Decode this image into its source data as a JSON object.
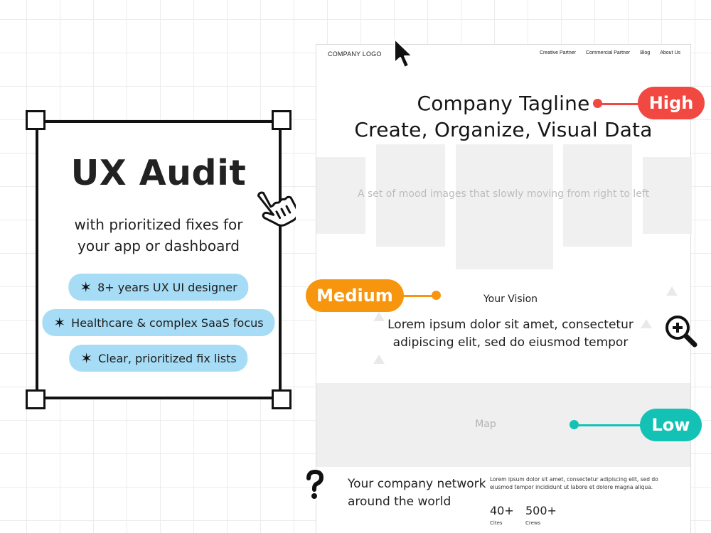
{
  "audit_card": {
    "title": "UX Audit",
    "subtitle_line1": "with prioritized fixes for",
    "subtitle_line2": "your app or dashboard",
    "pill_color": "#a7dcf6",
    "features": [
      {
        "icon": "star-icon",
        "text": "8+ years UX UI designer"
      },
      {
        "icon": "star-icon",
        "text": "Healthcare & complex SaaS focus"
      },
      {
        "icon": "star-icon",
        "text": "Clear, prioritized fix lists"
      }
    ]
  },
  "wireframe": {
    "logo": "COMPANY LOGO",
    "nav": [
      "Creative Partner",
      "Commercial Partner",
      "Blog",
      "About Us"
    ],
    "tagline_line1": "Company Tagline",
    "tagline_line2": "Create, Organize, Visual Data",
    "mood_caption": "A set of mood images that slowly moving from right to left",
    "vision_label": "Your Vision",
    "vision_line1": "Lorem ipsum dolor sit amet, consectetur",
    "vision_line2": "adipiscing elit, sed do eiusmod tempor",
    "map_label": "Map",
    "network_line1": "Your company network",
    "network_line2": "around the world",
    "network_body": "Lorem ipsum dolor sit amet, consectetur adipiscing elit, sed do eiusmod tempor incididunt ut labore et dolore magna aliqua.",
    "stats": [
      {
        "value": "40+",
        "label": "Cites"
      },
      {
        "value": "500+",
        "label": "Crews"
      }
    ]
  },
  "priority_tags": {
    "high": {
      "label": "High",
      "color": "#f14841"
    },
    "medium": {
      "label": "Medium",
      "color": "#f7950e"
    },
    "low": {
      "label": "Low",
      "color": "#14c2b5"
    }
  },
  "icons": [
    "pointer-hand-icon",
    "arrow-cursor-icon",
    "zoom-in-icon",
    "question-mark-icon",
    "star-icon"
  ]
}
